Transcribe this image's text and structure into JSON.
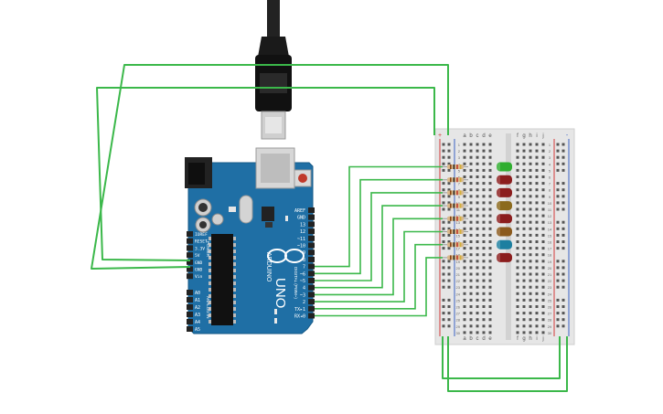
{
  "arduino": {
    "brand_text": "ARDUINO",
    "model_text": "UNO",
    "digital_header_label": "DIGITAL (PWM~)",
    "analog_header_label": "ANALOG IN",
    "power_header_label": "POWER",
    "digital_pins": [
      "AREF",
      "GND",
      "13",
      "12",
      "~11",
      "~10",
      "~9",
      "8",
      "7",
      "~6",
      "~5",
      "4",
      "~3",
      "2",
      "TX▸1",
      "RX◂0"
    ],
    "power_pins": [
      "IOREF",
      "RESET",
      "3.3V",
      "5V",
      "GND",
      "GND",
      "Vin"
    ],
    "analog_pins": [
      "A0",
      "A1",
      "A2",
      "A3",
      "A4",
      "A5"
    ],
    "board_color": "#1f6fa5"
  },
  "breadboard": {
    "column_letters_left": [
      "a",
      "b",
      "c",
      "d",
      "e"
    ],
    "column_letters_right": [
      "f",
      "g",
      "h",
      "i",
      "j"
    ],
    "rail_plus": "+",
    "rail_minus": "-",
    "row_numbers": [
      "1",
      "2",
      "3",
      "4",
      "5",
      "6",
      "7",
      "8",
      "9",
      "10",
      "11",
      "12",
      "13",
      "14",
      "15",
      "16",
      "17",
      "18",
      "19",
      "20",
      "21",
      "22",
      "23",
      "24",
      "25",
      "26",
      "27",
      "28",
      "29",
      "30"
    ]
  },
  "leds": [
    {
      "color": "#2fae2f"
    },
    {
      "color": "#8b1d1d"
    },
    {
      "color": "#8b1d1d"
    },
    {
      "color": "#8b6a1d"
    },
    {
      "color": "#8b1d1d"
    },
    {
      "color": "#8b5a1d"
    },
    {
      "color": "#1d7fa0"
    },
    {
      "color": "#8b1d1d"
    }
  ],
  "wire_color": "#3bb84a"
}
